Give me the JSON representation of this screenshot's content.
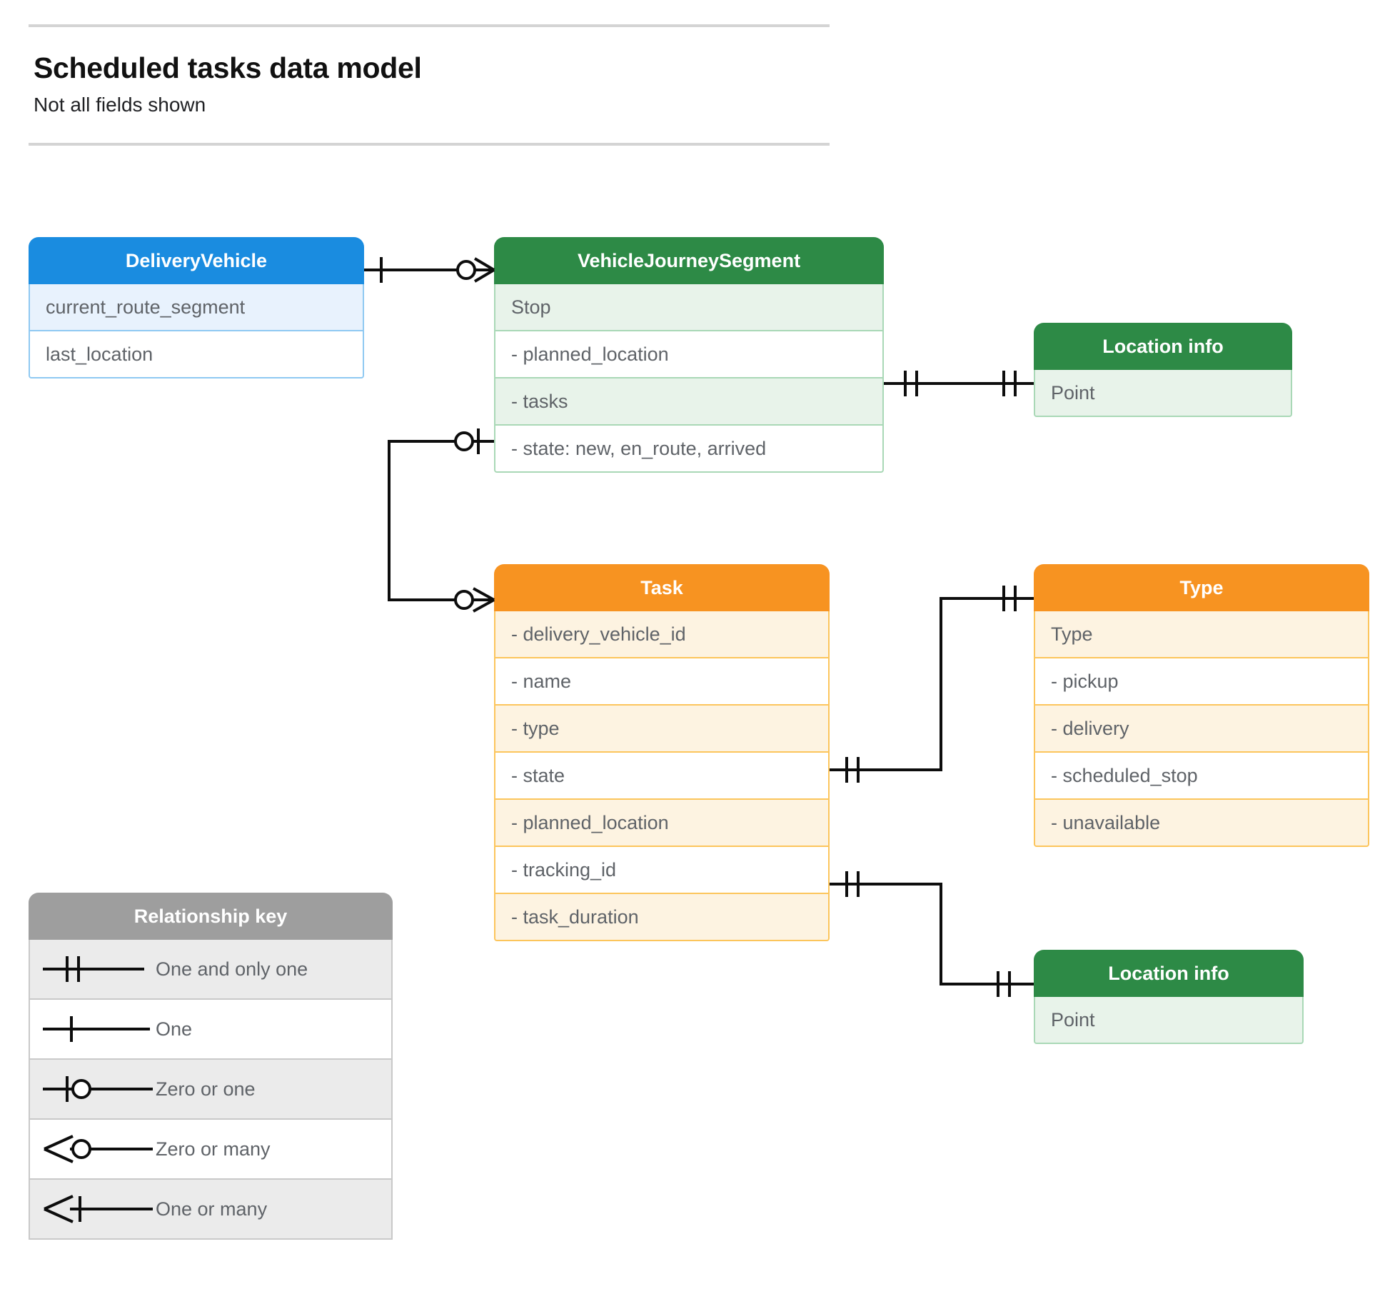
{
  "header": {
    "title": "Scheduled tasks data model",
    "subtitle": "Not all fields shown"
  },
  "colors": {
    "blue_header": "#1a8ce0",
    "blue_row": "#e8f2fd",
    "green_header": "#2d8a46",
    "green_row": "#e8f3ea",
    "orange_header": "#f79321",
    "orange_row": "#fdf3e1",
    "grey_header": "#9e9e9e",
    "grey_row": "#ebebeb",
    "line": "#0d0d0d"
  },
  "entities": {
    "delivery_vehicle": {
      "title": "DeliveryVehicle",
      "rows": [
        "current_route_segment",
        "last_location"
      ]
    },
    "vehicle_journey_segment": {
      "title": "VehicleJourneySegment",
      "rows": [
        "Stop",
        "-  planned_location",
        "- tasks",
        "- state: new, en_route, arrived"
      ]
    },
    "location_info_top": {
      "title": "Location info",
      "rows": [
        "Point"
      ]
    },
    "task": {
      "title": "Task",
      "rows": [
        "- delivery_vehicle_id",
        "- name",
        "- type",
        "- state",
        "- planned_location",
        "- tracking_id",
        "- task_duration"
      ]
    },
    "type": {
      "title": "Type",
      "rows": [
        "Type",
        "-   pickup",
        "-   delivery",
        "-   scheduled_stop",
        "-   unavailable"
      ]
    },
    "location_info_bottom": {
      "title": "Location info",
      "rows": [
        "Point"
      ]
    }
  },
  "relationship_key": {
    "title": "Relationship key",
    "items": [
      {
        "label": "One and only one",
        "symbol": "one-and-only-one"
      },
      {
        "label": "One",
        "symbol": "one"
      },
      {
        "label": "Zero or one",
        "symbol": "zero-or-one"
      },
      {
        "label": "Zero or many",
        "symbol": "zero-or-many"
      },
      {
        "label": "One or many",
        "symbol": "one-or-many"
      }
    ]
  },
  "relationships": [
    {
      "from": "DeliveryVehicle",
      "from_cardinality": "one",
      "to": "VehicleJourneySegment",
      "to_cardinality": "zero-or-many"
    },
    {
      "from": "VehicleJourneySegment.tasks",
      "from_cardinality": "zero-or-one",
      "to": "Task",
      "to_cardinality": "zero-or-many"
    },
    {
      "from": "VehicleJourneySegment.planned_location",
      "from_cardinality": "one-and-only-one",
      "to": "Location info",
      "to_cardinality": "one-and-only-one"
    },
    {
      "from": "Task.type",
      "from_cardinality": "one-and-only-one",
      "to": "Type",
      "to_cardinality": "one-and-only-one"
    },
    {
      "from": "Task.planned_location",
      "from_cardinality": "one-and-only-one",
      "to": "Location info",
      "to_cardinality": "one-and-only-one"
    }
  ]
}
